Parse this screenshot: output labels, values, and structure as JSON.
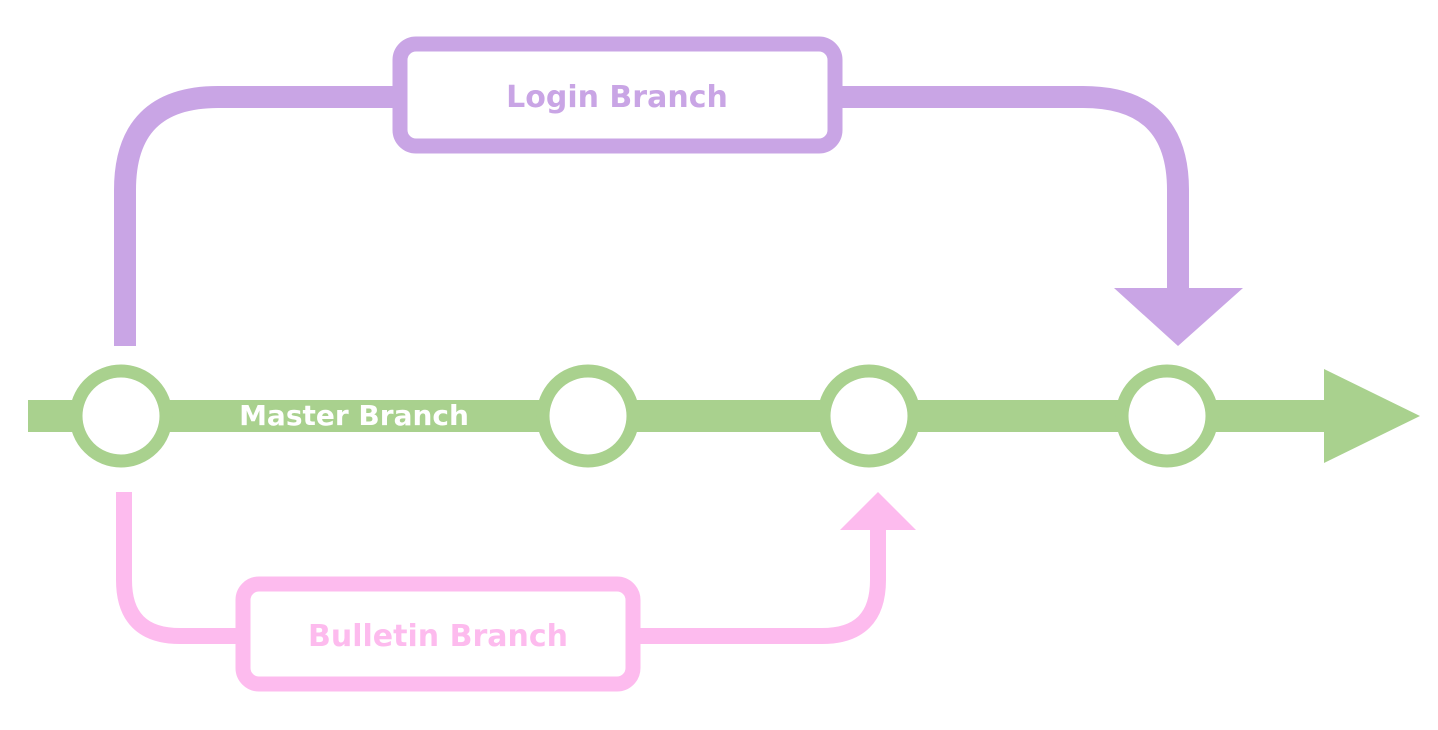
{
  "branches": {
    "master": {
      "label": "Master Branch",
      "color": "#a9d18e",
      "text_color": "#ffffff"
    },
    "login": {
      "label": "Login Branch",
      "color": "#c9a5e5"
    },
    "bulletin": {
      "label": "Bulletin Branch",
      "color": "#fdbbee"
    }
  },
  "commit_count": 4
}
